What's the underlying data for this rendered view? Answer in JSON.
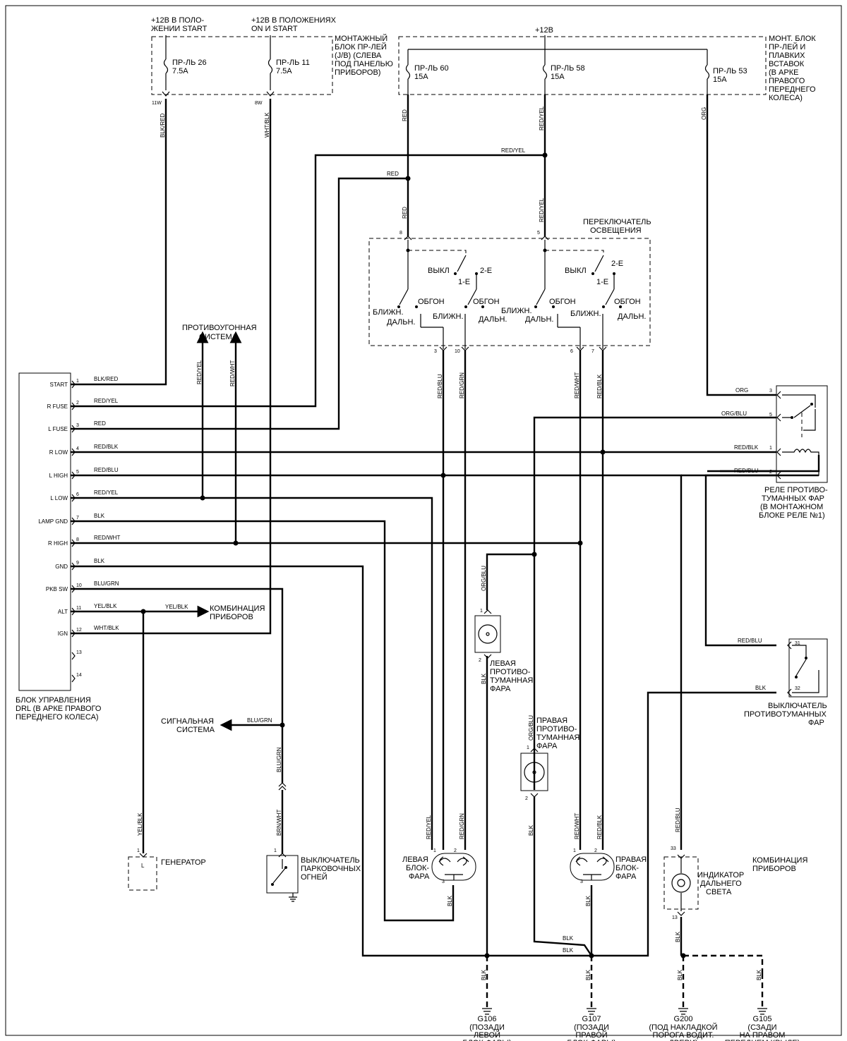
{
  "top": {
    "feed_start": [
      "+12В В ПОЛО-",
      "ЖЕНИИ START"
    ],
    "feed_on_start": [
      "+12В В ПОЛОЖЕНИЯХ",
      "ON И START"
    ],
    "jb_left": [
      "МОНТАЖНЫЙ",
      "БЛОК ПР-ЛЕЙ",
      "(J/B) (СЛЕВА",
      "ПОД ПАНЕЛЬЮ",
      "ПРИБОРОВ)"
    ],
    "feed_12b": "+12В",
    "jb_right": [
      "МОНТ. БЛОК",
      "ПР-ЛЕЙ И",
      "ПЛАВКИХ",
      "ВСТАВОК",
      "(В АРКЕ",
      "ПРАВОГО",
      "ПЕРЕДНЕГО",
      "КОЛЕСА)"
    ]
  },
  "fuses": [
    {
      "name": "ПР-ЛЬ 26",
      "rating": "7.5A",
      "pin": "11W",
      "wire": "BLK/RED"
    },
    {
      "name": "ПР-ЛЬ 11",
      "rating": "7.5A",
      "pin": "8W",
      "wire": "WHT/BLK"
    },
    {
      "name": "ПР-ЛЬ 60",
      "rating": "15A",
      "wire": "RED"
    },
    {
      "name": "ПР-ЛЬ 58",
      "rating": "15A",
      "wire": "RED/YEL"
    },
    {
      "name": "ПР-ЛЬ 53",
      "rating": "15A",
      "wire": "ORG"
    }
  ],
  "light_switch": {
    "title": [
      "ПЕРЕКЛЮЧАТЕЛЬ",
      "ОСВЕЩЕНИЯ"
    ],
    "off": "ВЫКЛ",
    "pos1": "1-Е",
    "pos2": "2-Е",
    "pass": "ОБГОН",
    "low": "БЛИЖН.",
    "high": "ДАЛЬН.",
    "pins_in": [
      "8",
      "5"
    ],
    "pins_out": [
      "3",
      "10",
      "6",
      "7"
    ],
    "wire_in": [
      "RED",
      "RED/YEL"
    ],
    "wire_out": [
      "RED/BLU",
      "RED/GRN",
      "RED/WHT",
      "RED/BLK"
    ]
  },
  "drl_unit": {
    "caption": [
      "БЛОК УПРАВЛЕНИЯ",
      "DRL (В АРКЕ ПРАВОГО",
      "ПЕРЕДНЕГО КОЛЕСА)"
    ],
    "pins": [
      {
        "num": "1",
        "name": "START",
        "wire": "BLK/RED"
      },
      {
        "num": "2",
        "name": "R FUSE",
        "wire": "RED/YEL"
      },
      {
        "num": "3",
        "name": "L FUSE",
        "wire": "RED"
      },
      {
        "num": "4",
        "name": "R LOW",
        "wire": "RED/BLK"
      },
      {
        "num": "5",
        "name": "L HIGH",
        "wire": "RED/BLU"
      },
      {
        "num": "6",
        "name": "L LOW",
        "wire": "RED/YEL"
      },
      {
        "num": "7",
        "name": "LAMP GND",
        "wire": "BLK"
      },
      {
        "num": "8",
        "name": "R HIGH",
        "wire": "RED/WHT"
      },
      {
        "num": "9",
        "name": "GND",
        "wire": "BLK"
      },
      {
        "num": "10",
        "name": "PKB SW",
        "wire": "BLU/GRN"
      },
      {
        "num": "11",
        "name": "ALT",
        "wire": "YEL/BLK"
      },
      {
        "num": "12",
        "name": "IGN",
        "wire": "WHT/BLK"
      },
      {
        "num": "13",
        "name": "",
        "wire": ""
      },
      {
        "num": "14",
        "name": "",
        "wire": ""
      }
    ]
  },
  "antitheft": {
    "title": [
      "ПРОТИВОУГОННАЯ",
      "СИСТЕМА"
    ],
    "wires": [
      "RED/YEL",
      "RED/WHT"
    ]
  },
  "cluster_top": {
    "title": [
      "КОМБИНАЦИЯ",
      "ПРИБОРОВ"
    ],
    "wire": "YEL/BLK"
  },
  "signal_system": {
    "title": [
      "СИГНАЛЬНАЯ",
      "СИСТЕМА"
    ],
    "wire": "BLU/GRN"
  },
  "generator": {
    "title": "ГЕНЕРАТОР",
    "pin": "1",
    "wire": "YEL/BLK",
    "inner": "L"
  },
  "park_switch": {
    "title": [
      "ВЫКЛЮЧАТЕЛЬ",
      "ПАРКОВОЧНЫХ",
      "ОГНЕЙ"
    ],
    "wires": [
      "BLU/GRN",
      "BRN/WHT"
    ],
    "pin": "1"
  },
  "fog_relay": {
    "title": [
      "РЕЛЕ ПРОТИВО-",
      "ТУМАННЫХ ФАР",
      "(В МОНТАЖНОМ",
      "БЛОКЕ РЕЛЕ №1)"
    ],
    "pins": [
      {
        "num": "3",
        "wire": "ORG"
      },
      {
        "num": "5",
        "wire": "ORG/BLU"
      },
      {
        "num": "1",
        "wire": "RED/BLK"
      },
      {
        "num": "2",
        "wire": "RED/BLU"
      }
    ]
  },
  "fog_switch": {
    "title": [
      "ВЫКЛЮЧАТЕЛЬ",
      "ПРОТИВОТУМАННЫХ",
      "ФАР"
    ],
    "pins": [
      {
        "num": "31",
        "wire": "RED/BLU"
      },
      {
        "num": "32",
        "wire": "BLK"
      }
    ]
  },
  "left_fog": {
    "title": [
      "ЛЕВАЯ",
      "ПРОТИВО-",
      "ТУМАННАЯ",
      "ФАРА"
    ],
    "wire_in": "ORG/BLU",
    "wire_out": "BLK",
    "pins": [
      "1",
      "2"
    ]
  },
  "right_fog": {
    "title": [
      "ПРАВАЯ",
      "ПРОТИВО-",
      "ТУМАННАЯ",
      "ФАРА"
    ],
    "wire_in": "ORG/BLU",
    "wire_out": "BLK",
    "pins": [
      "1",
      "2"
    ]
  },
  "left_head": {
    "title": [
      "ЛЕВАЯ",
      "БЛОК-",
      "ФАРА"
    ],
    "wires": [
      "RED/YEL",
      "RED/GRN",
      "BLK"
    ],
    "pins": [
      "1",
      "2",
      "3"
    ]
  },
  "right_head": {
    "title": [
      "ПРАВАЯ",
      "БЛОК-",
      "ФАРА"
    ],
    "wires": [
      "RED/WHT",
      "RED/BLK",
      "BLK"
    ],
    "pins": [
      "1",
      "2",
      "3"
    ]
  },
  "cluster_bottom": {
    "title": [
      "КОМБИНАЦИЯ",
      "ПРИБОРОВ"
    ],
    "indicator": [
      "ИНДИКАТОР",
      "ДАЛЬНЕГО",
      "СВЕТА"
    ],
    "wire_in": "RED/BLU",
    "wire_out": "BLK",
    "pins": [
      "33",
      "13"
    ]
  },
  "bus_labels": [
    "BLK",
    "BLK"
  ],
  "grounds": [
    {
      "id": "G106",
      "wire": "BLK",
      "desc": [
        "(ПОЗАДИ",
        "ЛЕВОЙ",
        "БЛОК-ФАРЫ)"
      ]
    },
    {
      "id": "G107",
      "wire": "BLK",
      "desc": [
        "(ПОЗАДИ",
        "ПРАВОЙ",
        "БЛОК-ФАРЫ)"
      ]
    },
    {
      "id": "G200",
      "wire": "BLK",
      "desc": [
        "(ПОД НАКЛАДКОЙ",
        "ПОРОГА ВОДИТ.",
        "ДВЕРИ)"
      ]
    },
    {
      "id": "G105",
      "wire": "BLK",
      "desc": [
        "(СЗАДИ",
        "НА ПРАВОМ",
        "ПЕРЕДНЕМ КРЫЛЕ)"
      ]
    }
  ]
}
